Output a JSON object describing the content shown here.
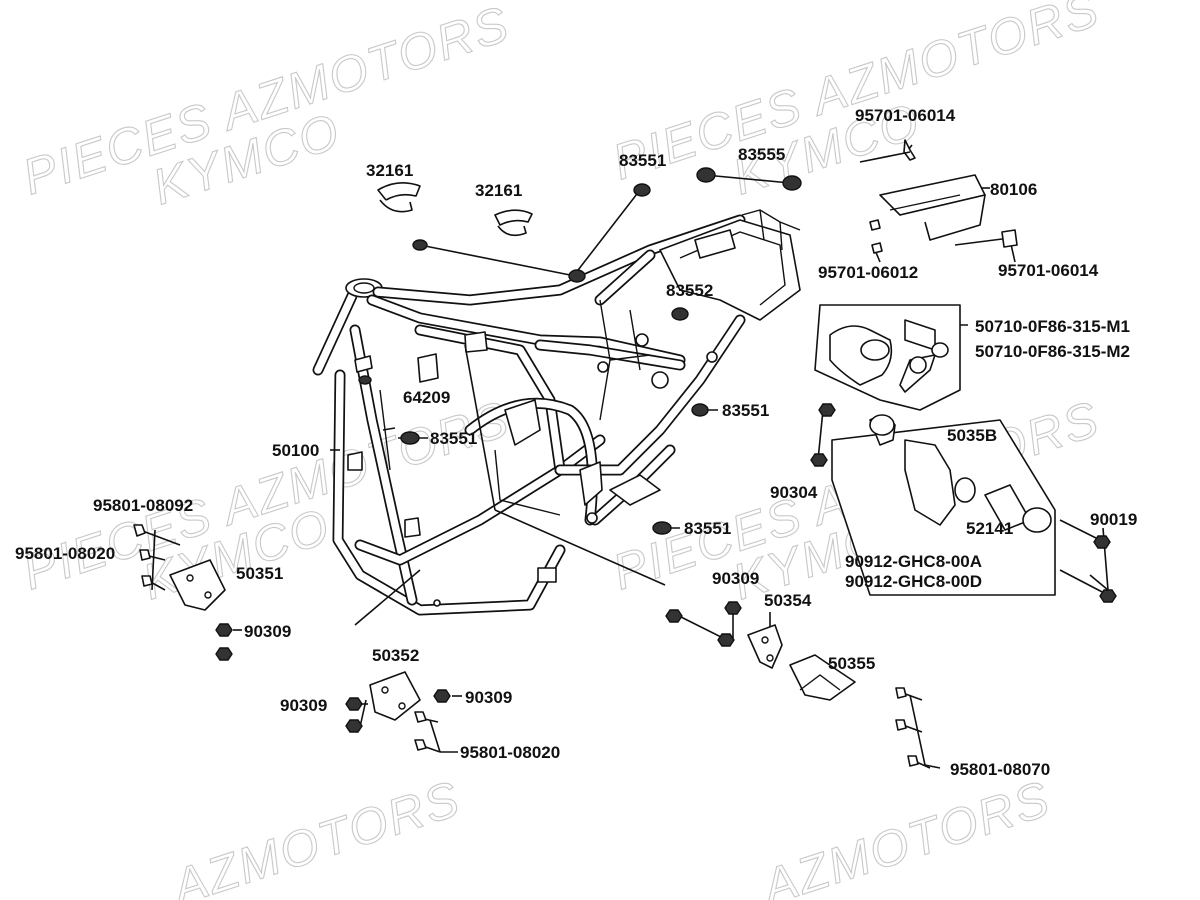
{
  "watermarks": {
    "text_1": "PIECES AZMOTORS",
    "text_2": "KYMCO",
    "text_3": "AZMOTORS"
  },
  "labels": {
    "p32161_a": "32161",
    "p32161_b": "32161",
    "p83551_top": "83551",
    "p83555": "83555",
    "p95701_06014_top": "95701-06014",
    "p80106": "80106",
    "p95701_06012": "95701-06012",
    "p95701_06014_bot": "95701-06014",
    "p83552": "83552",
    "p50710_m1": "50710-0F86-315-M1",
    "p50710_m2": "50710-0F86-315-M2",
    "p64209": "64209",
    "p83551_mid": "83551",
    "p83551_left": "83551",
    "p50100": "50100",
    "p5035b": "5035B",
    "p90304": "90304",
    "p95801_08092": "95801-08092",
    "p95801_08020_left": "95801-08020",
    "p50351": "50351",
    "p83551_low": "83551",
    "p52141": "52141",
    "p90019": "90019",
    "p90912_a": "90912-GHC8-00A",
    "p90912_d": "90912-GHC8-00D",
    "p90309_right": "90309",
    "p50354": "50354",
    "p90309_left": "90309",
    "p50352": "50352",
    "p50355": "50355",
    "p90309_bl": "90309",
    "p90309_bm": "90309",
    "p95801_08020_bot": "95801-08020",
    "p95801_08070": "95801-08070"
  }
}
